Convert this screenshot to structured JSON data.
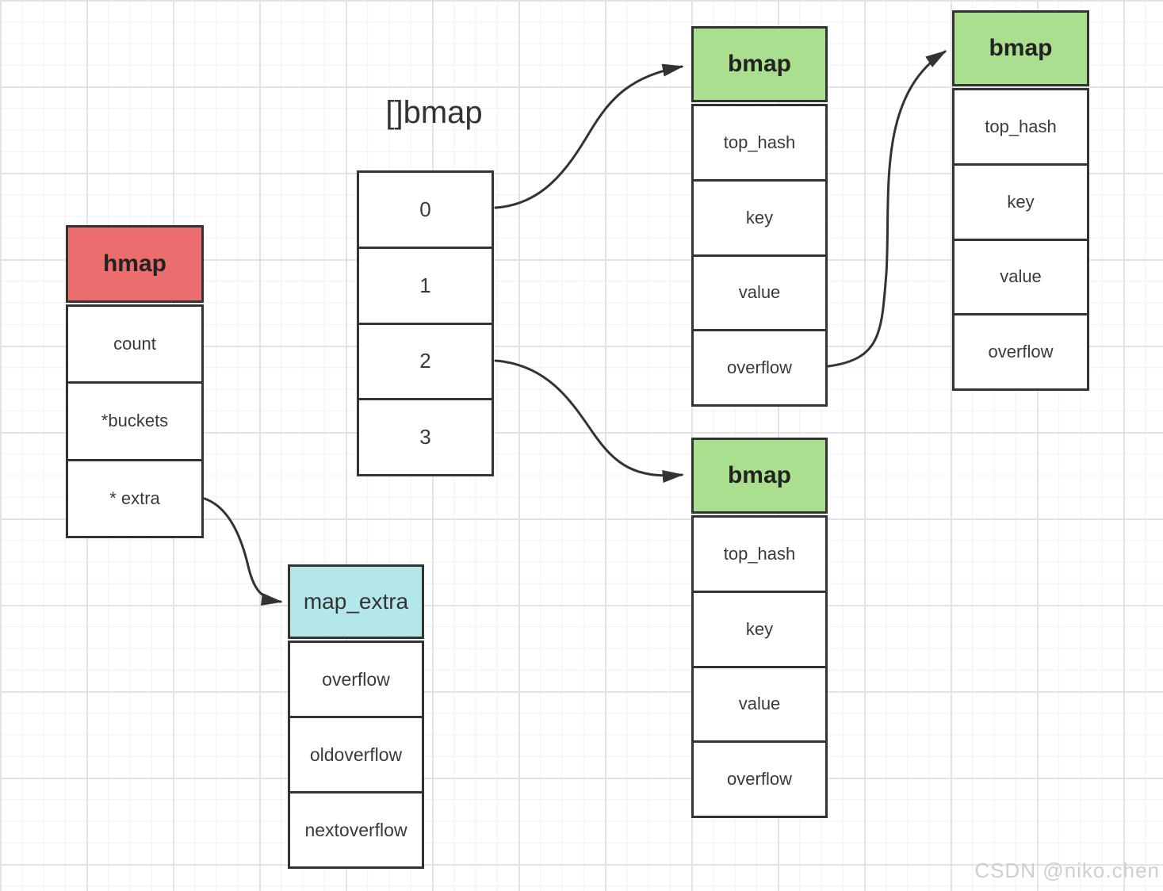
{
  "diagram": {
    "title": "[]bmap",
    "hmap": {
      "header": "hmap",
      "fields": [
        "count",
        "*buckets",
        "* extra"
      ]
    },
    "bucket_array": {
      "cells": [
        "0",
        "1",
        "2",
        "3"
      ]
    },
    "bmap_bucket0": {
      "header": "bmap",
      "fields": [
        "top_hash",
        "key",
        "value",
        "overflow"
      ]
    },
    "bmap_overflow": {
      "header": "bmap",
      "fields": [
        "top_hash",
        "key",
        "value",
        "overflow"
      ]
    },
    "bmap_bucket2": {
      "header": "bmap",
      "fields": [
        "top_hash",
        "key",
        "value",
        "overflow"
      ]
    },
    "map_extra": {
      "header": "map_extra",
      "fields": [
        "overflow",
        "oldoverflow",
        "nextoverflow"
      ]
    },
    "colors": {
      "hmap_header": "#ec6d6d",
      "bmap_header": "#a9df8f",
      "map_extra_header": "#b4e7e9",
      "line": "#333333"
    }
  },
  "watermark": "CSDN @niko.chen"
}
